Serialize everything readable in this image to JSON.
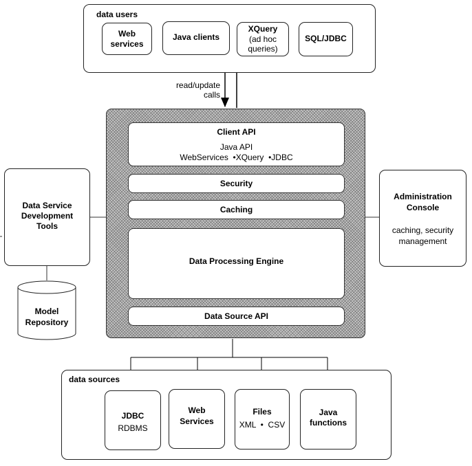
{
  "users": {
    "title": "data users",
    "items": [
      "Web services",
      "Java clients",
      "XQuery",
      "(ad hoc",
      "queries)",
      "SQL/JDBC"
    ]
  },
  "calls_label": [
    "read/update",
    "calls"
  ],
  "client_api": {
    "title": "Client API",
    "line1": "Java API",
    "line2a": "WebServices",
    "line2b": "XQuery",
    "line2c": "JDBC"
  },
  "layers": {
    "security": "Security",
    "caching": "Caching",
    "engine": "Data Processing Engine",
    "source_api": "Data Source API"
  },
  "tools": {
    "line1": "Data Service",
    "line2": "Development",
    "line3": "Tools"
  },
  "repository": {
    "line1": "Model",
    "line2": "Repository"
  },
  "admin": {
    "line1": "Administration",
    "line2": "Console",
    "line3": "caching, security",
    "line4": "management"
  },
  "sources": {
    "title": "data sources",
    "jdbc_title": "JDBC",
    "jdbc_sub": "RDBMS",
    "ws_line1": "Web",
    "ws_line2": "Services",
    "files_title": "Files",
    "files_sub_a": "XML",
    "files_sub_b": "CSV",
    "java_line1": "Java",
    "java_line2": "functions"
  }
}
